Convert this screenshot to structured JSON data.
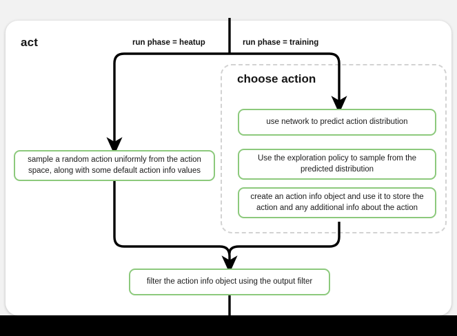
{
  "diagram": {
    "type": "flowchart",
    "lane_title": "act",
    "group_title": "choose\naction",
    "colors": {
      "box_border_green": "#8cc97c",
      "box_fill": "#ffffff",
      "group_border_dashed": "#d2d2d2",
      "connector": "#000000",
      "canvas": "#f2f2f2",
      "lane_fill": "#ffffff",
      "text": "#1a1a1a"
    },
    "branch_labels": {
      "left": "run phase = heatup",
      "right": "run phase = training"
    },
    "nodes": {
      "heatup_sample": "sample a random action uniformly from the action space, along with some default action info values",
      "use_network": "use network to predict action distribution",
      "exploration_policy": "Use the exploration policy to sample from the predicted distribution",
      "create_action_info": "create an action info object and use it to store the action and any additional info about the action",
      "output_filter": "filter the action info object using the output filter"
    },
    "edges": [
      {
        "from": "entry",
        "to": "heatup_sample",
        "label": "run phase = heatup"
      },
      {
        "from": "entry",
        "to": "use_network",
        "label": "run phase = training"
      },
      {
        "from": "heatup_sample",
        "to": "output_filter",
        "label": ""
      },
      {
        "from": "choose_action_group",
        "to": "output_filter",
        "label": ""
      },
      {
        "from": "output_filter",
        "to": "exit",
        "label": ""
      }
    ]
  }
}
